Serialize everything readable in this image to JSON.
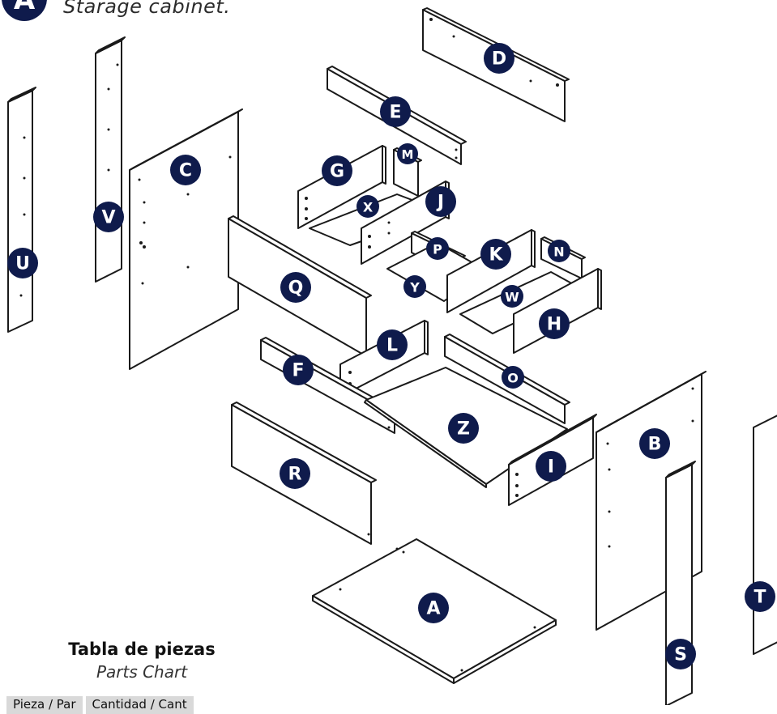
{
  "header": {
    "step_letter": "A",
    "caption": "Starage cabinet."
  },
  "parts_chart": {
    "title": "Tabla de piezas",
    "subtitle": "Parts Chart",
    "columns": [
      "Pieza / Par",
      "Cantidad / Cant"
    ]
  },
  "part_labels": {
    "A": "A",
    "B": "B",
    "C": "C",
    "D": "D",
    "E": "E",
    "F": "F",
    "G": "G",
    "H": "H",
    "I": "I",
    "J": "J",
    "K": "K",
    "L": "L",
    "M": "M",
    "N": "N",
    "O": "O",
    "P": "P",
    "Q": "Q",
    "R": "R",
    "S": "S",
    "T": "T",
    "U": "U",
    "V": "V",
    "W": "W",
    "X": "X",
    "Y": "Y",
    "Z": "Z"
  },
  "colors": {
    "badge": "#0f1b4c",
    "line": "#1a1a1a",
    "table_header": "#d9d9d9"
  }
}
